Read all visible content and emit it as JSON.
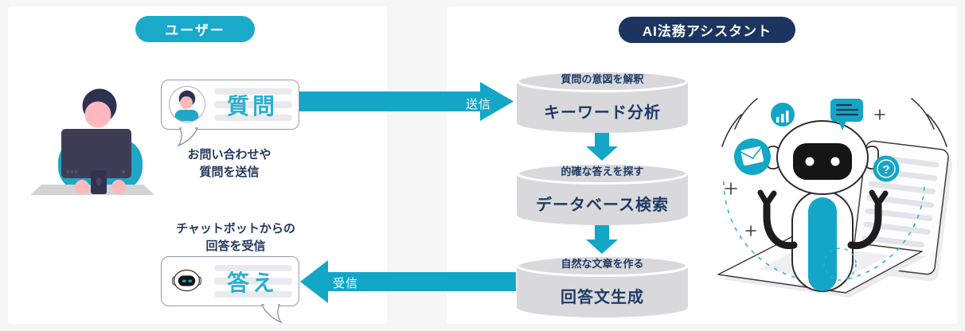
{
  "header": {
    "user_badge": "ユーザー",
    "assistant_badge": "AI法務アシスタント"
  },
  "user_side": {
    "question_bubble_label": "質問",
    "question_caption": [
      "お問い合わせや",
      "質問を送信"
    ],
    "answer_bubble_label": "答え",
    "answer_caption": [
      "チャットボットからの",
      "回答を受信"
    ]
  },
  "arrows": {
    "send_label": "送信",
    "receive_label": "受信"
  },
  "pipeline": {
    "steps": [
      {
        "note": "質問の意図を解釈",
        "title": "キーワード分析"
      },
      {
        "note": "的確な答えを探す",
        "title": "データベース検索"
      },
      {
        "note": "自然な文章を作る",
        "title": "回答文生成"
      }
    ]
  },
  "icons": {
    "question_mark": "?"
  },
  "colors": {
    "teal": "#14A6C6",
    "teal_pill": "#1BAAC9",
    "navy_pill": "#1B3560",
    "navy_text": "#1E3A66",
    "cylinder_gray": "#D9D9DB",
    "background_gray": "#F6F6F7"
  }
}
